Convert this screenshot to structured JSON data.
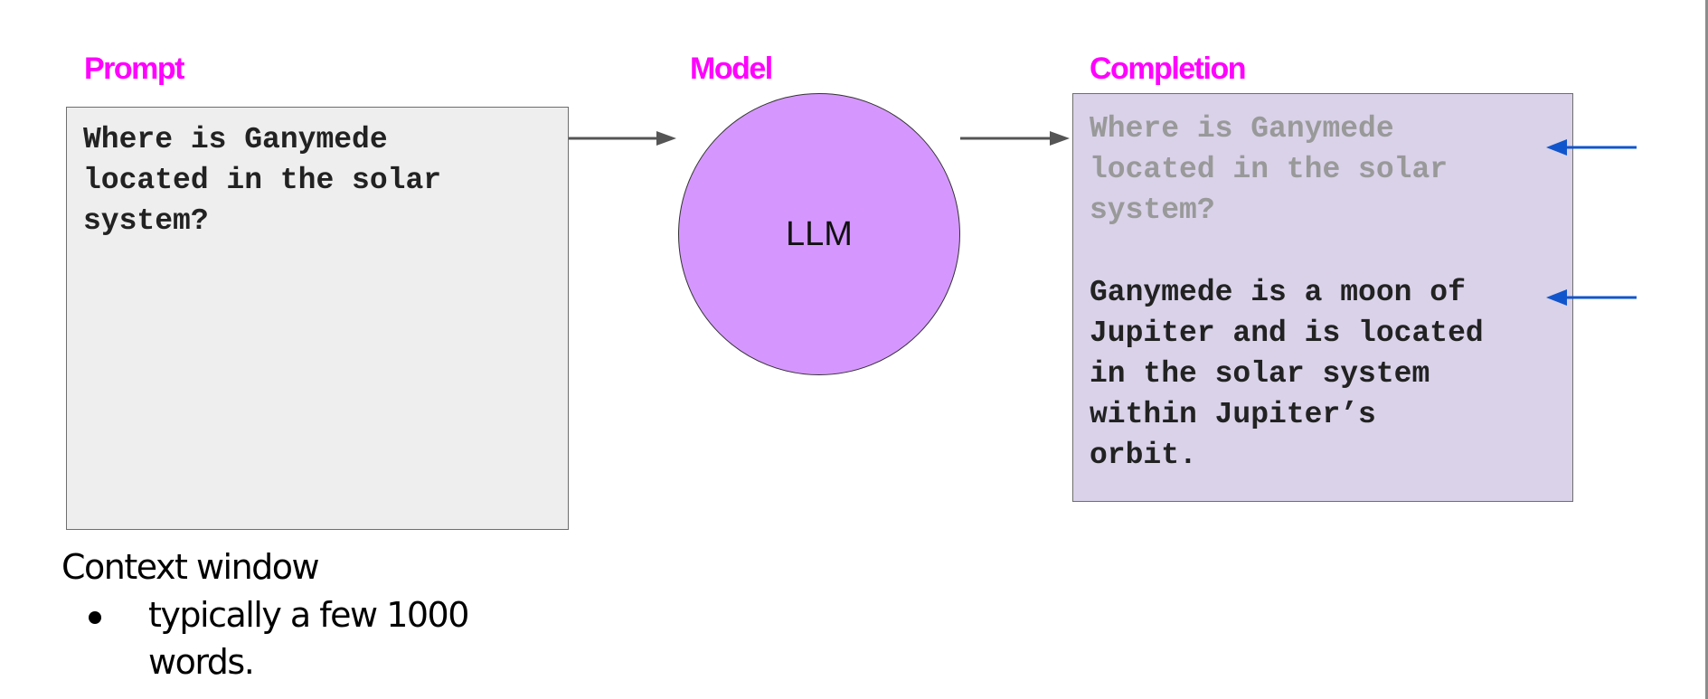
{
  "colors": {
    "label": "#ff00ff",
    "prompt_bg": "#eeeeee",
    "model_circle": "#d597fd",
    "completion_bg": "#d9d2e9",
    "echo_text": "#999999",
    "body_text": "#222222",
    "arrow_gray": "#555555",
    "arrow_blue": "#1155cc"
  },
  "labels": {
    "prompt": "Prompt",
    "model": "Model",
    "completion": "Completion"
  },
  "prompt_box": {
    "text": "Where is Ganymede\nlocated in the solar\nsystem?"
  },
  "model": {
    "name": "LLM"
  },
  "completion_box": {
    "echo_text": "Where is Ganymede\nlocated in the solar\nsystem?",
    "answer_text": "Ganymede is a moon of\nJupiter and is located\nin the solar system\nwithin Jupiter’s\norbit."
  },
  "context_window": {
    "title": "Context window",
    "bullets": [
      "typically a few 1000 words."
    ]
  },
  "icons": {
    "flow_arrow": "arrow-right-icon",
    "pointer_arrow": "arrow-left-icon"
  }
}
